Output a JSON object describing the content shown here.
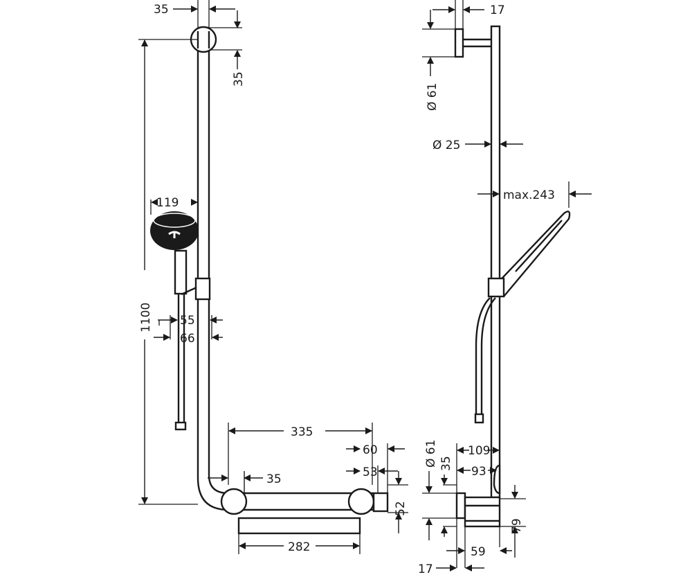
{
  "front_view": {
    "dim_top_width": "35",
    "dim_top_height": "35",
    "dim_total_height": "1100",
    "dim_head_diameter": "119",
    "dim_slider_inner": "55",
    "dim_slider_outer": "66",
    "dim_bar_length": "335",
    "dim_mount_offset": "35",
    "dim_mount_depth_60": "60",
    "dim_mount_depth_53": "53",
    "dim_mount_height": "52",
    "dim_shelf_width": "282"
  },
  "side_view": {
    "dim_top_mount_depth": "17",
    "dim_top_mount_diameter": "Ø 61",
    "dim_rail_diameter": "Ø 25",
    "dim_max_handshower": "max.243",
    "dim_bottom_mount_diameter": "Ø 61",
    "dim_bottom_mount_35": "35",
    "dim_projection_109": "109",
    "dim_projection_93": "93",
    "dim_height_79": "79",
    "dim_shelf_depth_59": "59",
    "dim_bottom_mount_depth": "17"
  }
}
